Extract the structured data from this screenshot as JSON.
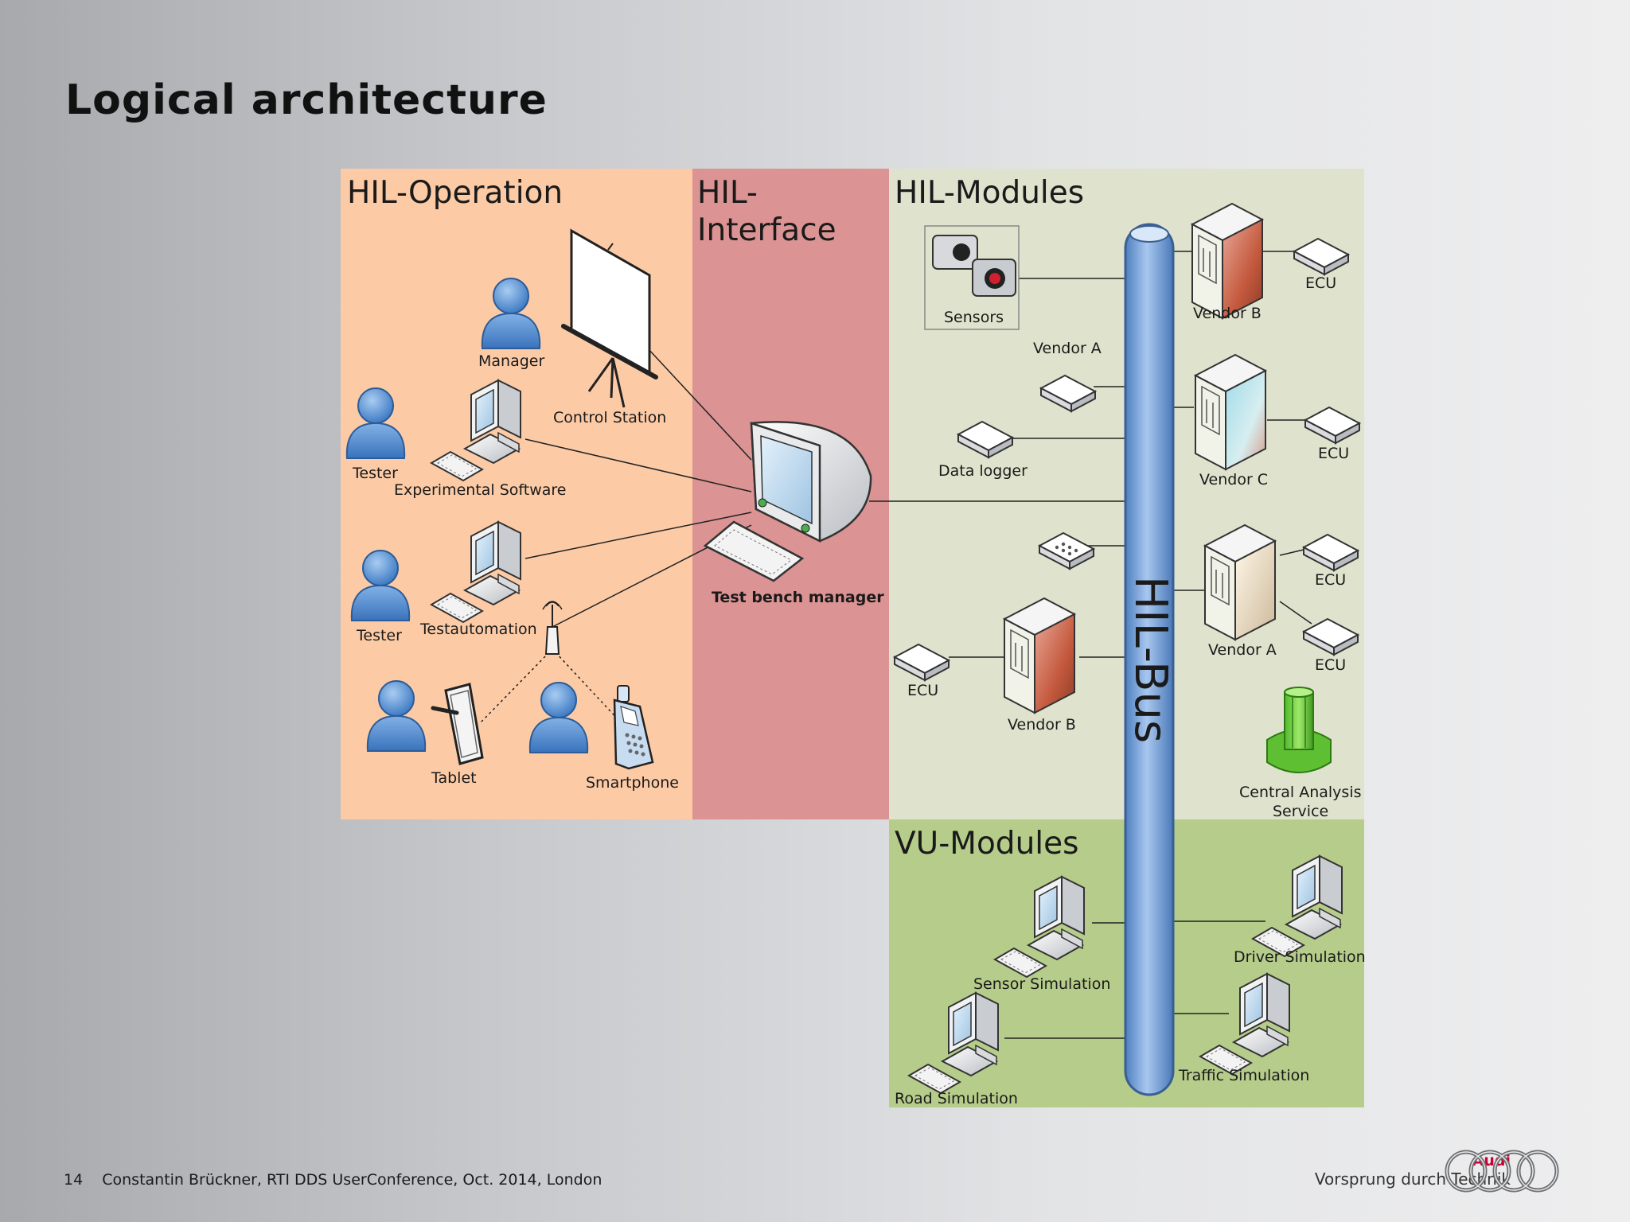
{
  "title": "Logical architecture",
  "zones": {
    "hil_operation": "HIL-Operation",
    "hil_interface_line1": "HIL-",
    "hil_interface_line2": "Interface",
    "hil_modules": "HIL-Modules",
    "vu_modules": "VU-Modules"
  },
  "bus_label": "HIL-Bus",
  "operation": {
    "manager": "Manager",
    "control_station": "Control Station",
    "tester1": "Tester",
    "experimental_software": "Experimental Software",
    "tester2": "Tester",
    "testautomation": "Testautomation",
    "tablet": "Tablet",
    "smartphone": "Smartphone"
  },
  "interface": {
    "test_bench_manager": "Test bench manager"
  },
  "modules": {
    "sensors": "Sensors",
    "vendor_a_top": "Vendor A",
    "data_logger": "Data logger",
    "ecu_left": "ECU",
    "vendor_b_left": "Vendor B",
    "vendor_b_right": "Vendor B",
    "ecu_b": "ECU",
    "vendor_c": "Vendor C",
    "ecu_c": "ECU",
    "vendor_a_right": "Vendor A",
    "ecu_a1": "ECU",
    "ecu_a2": "ECU",
    "central_analysis_line1": "Central Analysis",
    "central_analysis_line2": "Service"
  },
  "vu": {
    "sensor_simulation": "Sensor Simulation",
    "road_simulation": "Road Simulation",
    "driver_simulation": "Driver Simulation",
    "traffic_simulation": "Traffic Simulation"
  },
  "footer": {
    "page": "14",
    "text": "Constantin Brückner, RTI DDS UserConference, Oct. 2014, London"
  },
  "brand": {
    "name": "Audi",
    "slogan": "Vorsprung durch Technik"
  },
  "colors": {
    "operation_bg": "#fccba6",
    "interface_bg": "#db9393",
    "modules_bg": "#dfe3cd",
    "vu_bg": "#b6cc8a",
    "bus": "#6f9bd4",
    "person": "#5b93d3",
    "brand_red": "#cc0033"
  }
}
